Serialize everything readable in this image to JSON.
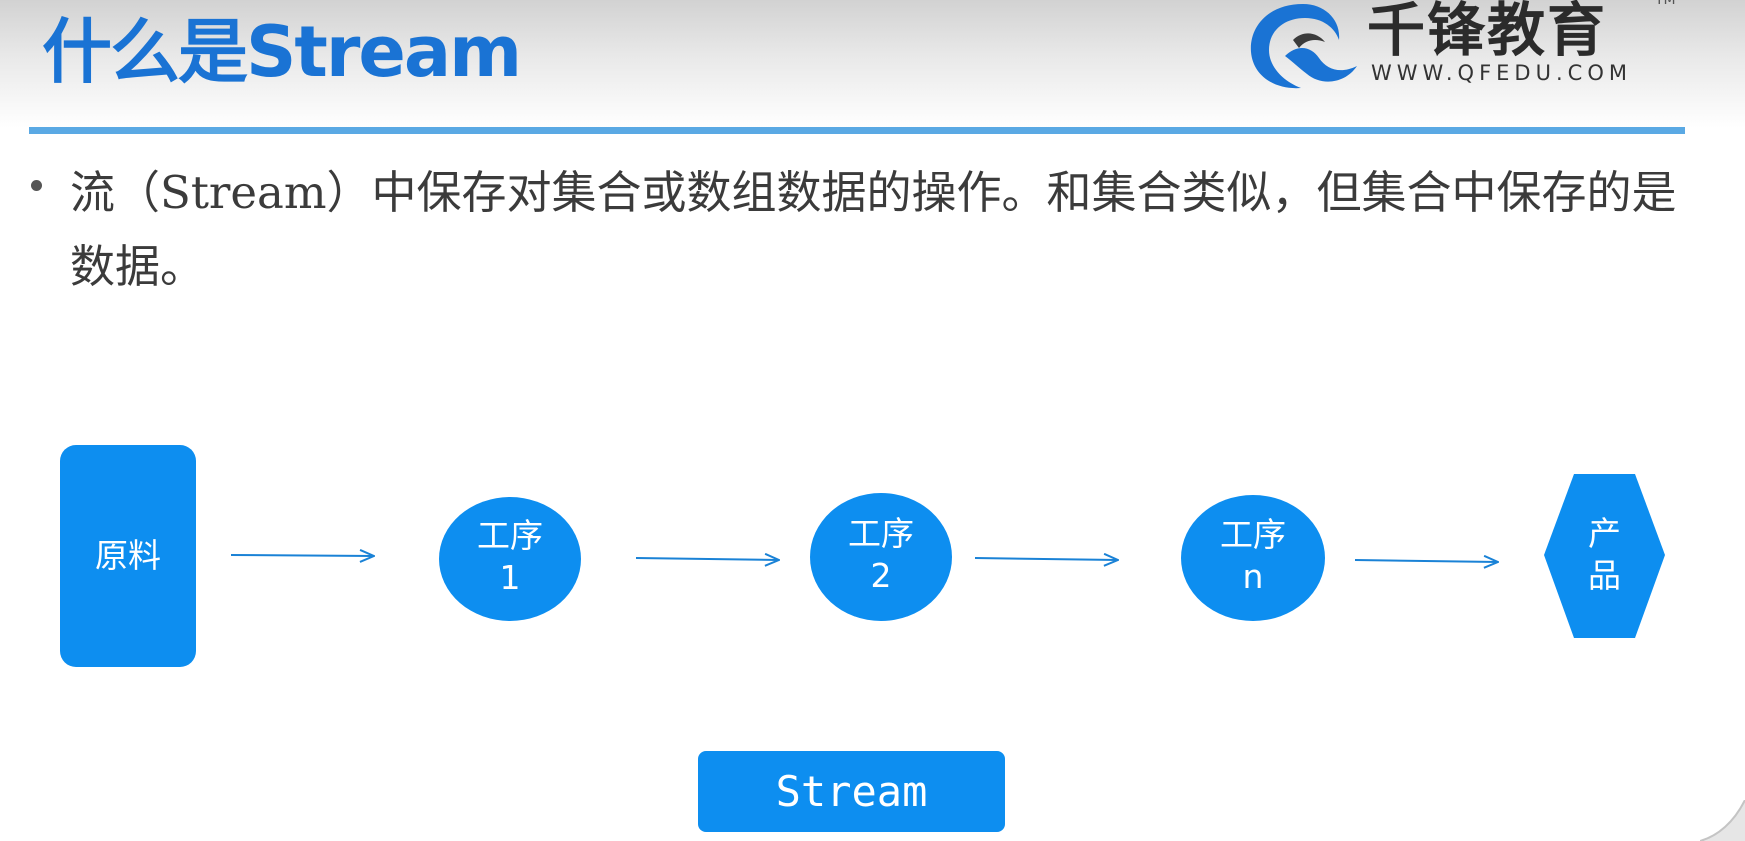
{
  "slide": {
    "title": "什么是Stream",
    "bullet": "流（Stream）中保存对集合或数组数据的操作。和集合类似，但集合中保存的是数据。"
  },
  "logo": {
    "name_cn": "千锋教育",
    "url": "WWW.QFEDU.COM",
    "tm": "TM"
  },
  "diagram": {
    "raw_material": "原料",
    "steps": [
      {
        "line1": "工序",
        "line2": "1"
      },
      {
        "line1": "工序",
        "line2": "2"
      },
      {
        "line1": "工序",
        "line2": "n"
      }
    ],
    "product": {
      "line1": "产",
      "line2": "品"
    },
    "stream_label": "Stream"
  },
  "colors": {
    "title": "#1a73d4",
    "rule": "#5aa9e4",
    "shape_fill": "#0d8ef0",
    "arrow": "#1a82d6",
    "text": "#3b3b3b"
  }
}
